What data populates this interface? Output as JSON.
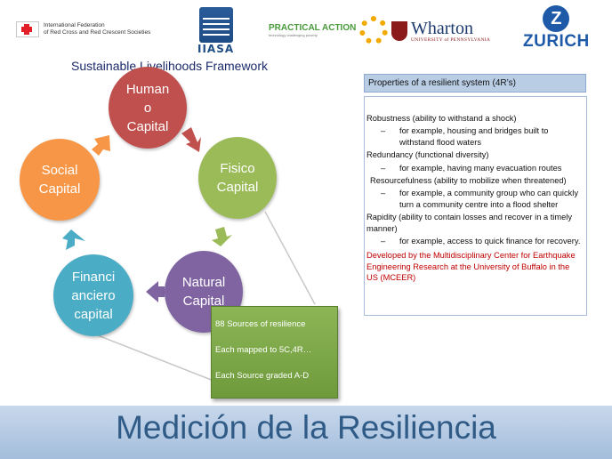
{
  "logos": {
    "ifrc": "International Federation\nof Red Cross and Red Crescent Societies",
    "iiasa": "IIASA",
    "practical_action": "PRACTICAL ACTION",
    "practical_action_tagline": "technology challenging poverty",
    "wharton": "Wharton",
    "wharton_sub": "UNIVERSITY of PENNSYLVANIA",
    "zurich": "ZURICH"
  },
  "framework_title": "Sustainable Livelihoods Framework",
  "capitals": {
    "human": "Human\no\nCapital",
    "fisico": "Fisico\nCapital",
    "natural": "Natural\nCapital",
    "financiero": "Financi\nanciero\ncapital",
    "social": "Social\nCapital"
  },
  "properties": {
    "header": "Properties of a resilient system (4R’s)",
    "robustness": "Robustness (ability to withstand a shock)",
    "robustness_ex": "for example, housing and bridges built to withstand flood waters",
    "redundancy": "Redundancy (functional diversity)",
    "redundancy_ex": "for example, having many evacuation routes",
    "resourcefulness": "Resourcefulness (ability to mobilize when threatened)",
    "resourcefulness_ex": "for example, a community group who can quickly turn a community centre into a flood shelter",
    "rapidity": "Rapidity (ability to contain losses and recover in a timely manner)",
    "rapidity_ex": "for example, access to quick finance for recovery.",
    "mceer": "Developed by the Multidisciplinary Center for Earthquake Engineering Research at the University of Buffalo in the US (MCEER)",
    "dash": "–"
  },
  "sources": {
    "line1": "88 Sources of resilience",
    "line2": "Each mapped to 5C,4R…",
    "line3": "Each Source graded A-D"
  },
  "footer_title": "Medición de la Resiliencia",
  "colors": {
    "human": "#c0504d",
    "fisico": "#9bbb59",
    "natural": "#8064a2",
    "financiero": "#4bacc6",
    "social": "#f79646"
  }
}
